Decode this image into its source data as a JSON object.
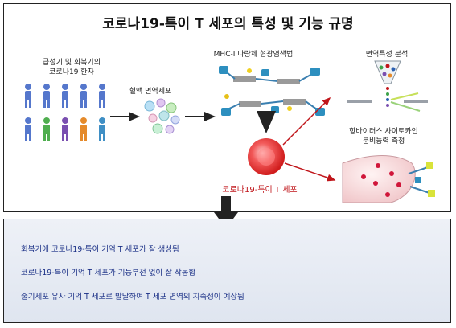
{
  "title": "코로나19-특이 T 세포의 특성 및 기능 규명",
  "labels": {
    "patients": [
      "급성기 및 회복기의",
      "코로나19 환자"
    ],
    "blood_cells": "혈액 면역세포",
    "mhc_staining": "MHC-I 다량체 형광염색법",
    "immune_analysis": "면역특성 분석",
    "cytokine": [
      "항바이러스 사이토카인",
      "분비능력 측정"
    ],
    "tcell": "코로나19-특이 T 세포"
  },
  "findings": [
    "회복기에 코로나19-특이 기억 T 세포가 잘 생성됨",
    "코로나19-특이 기억 T 세포가 기능부전 없이 잘 작동함",
    "줄기세포 유사 기억 T 세포로 발달하여 T 세포 면역의 지속성이 예상됨"
  ],
  "colors": {
    "person_row1": "#5577cc",
    "person_row2": [
      "#5577cc",
      "#4fae4f",
      "#7a4fb0",
      "#e58a2a",
      "#3f8fc5"
    ],
    "arrow_red": "#c0151a",
    "text_blue": "#1a2f86"
  }
}
